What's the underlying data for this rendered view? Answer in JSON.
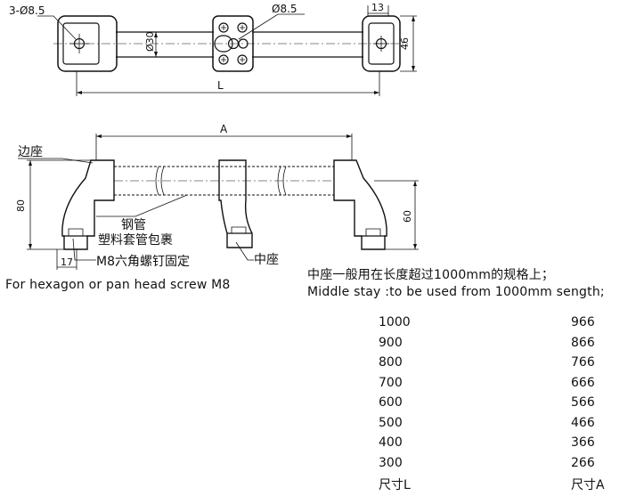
{
  "top_view": {
    "hole_label": "3-Ø8.5",
    "center_hole_label": "Ø8.5",
    "dim_width": "13",
    "dim_height": "46",
    "dim_tube": "Ø30",
    "dim_length": "L"
  },
  "side_view": {
    "dim_a": "A",
    "dim_height_left": "80",
    "dim_height_right": "60",
    "dim_foot": "17",
    "label_end_base": "边座",
    "label_tube_1": "钢管",
    "label_tube_2": "塑料套管包裹",
    "label_screw": "M8六角螺钉固定",
    "label_middle": "中座"
  },
  "notes": {
    "screw_en": "For hexagon or pan head screw M8",
    "middle_cn": "中座一般用在长度超过1000mm的规格上；",
    "middle_en": "Middle stay :to be used from 1000mm sength;"
  },
  "table": {
    "header_l": "尺寸L",
    "header_a": "尺寸A",
    "rows": [
      {
        "l": "1000",
        "a": "966"
      },
      {
        "l": "900",
        "a": "866"
      },
      {
        "l": "800",
        "a": "766"
      },
      {
        "l": "700",
        "a": "666"
      },
      {
        "l": "600",
        "a": "566"
      },
      {
        "l": "500",
        "a": "466"
      },
      {
        "l": "400",
        "a": "366"
      },
      {
        "l": "300",
        "a": "266"
      }
    ]
  }
}
